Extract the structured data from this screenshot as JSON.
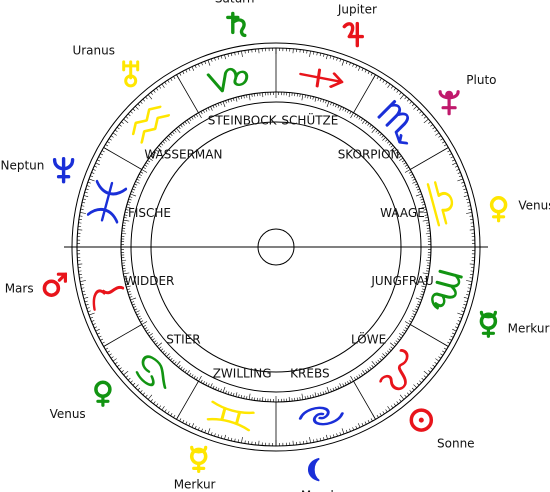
{
  "zodiac": [
    {
      "label": "WIDDER",
      "color": "#e8141b",
      "glyph": "aries"
    },
    {
      "label": "STIER",
      "color": "#129412",
      "glyph": "taurus"
    },
    {
      "label": "ZWILLING",
      "color": "#ffe600",
      "glyph": "gemini"
    },
    {
      "label": "KREBS",
      "color": "#1a2fd8",
      "glyph": "cancer"
    },
    {
      "label": "LÖWE",
      "color": "#e8141b",
      "glyph": "leo"
    },
    {
      "label": "JUNGFRAU",
      "color": "#129412",
      "glyph": "virgo"
    },
    {
      "label": "WAAGE",
      "color": "#ffe600",
      "glyph": "libra"
    },
    {
      "label": "SKORPION",
      "color": "#1a2fd8",
      "glyph": "scorpio"
    },
    {
      "label": "SCHÜTZE",
      "color": "#e8141b",
      "glyph": "sagittarius"
    },
    {
      "label": "STEINBOCK",
      "color": "#129412",
      "glyph": "capricorn"
    },
    {
      "label": "WASSERMAN",
      "color": "#ffe600",
      "glyph": "aquarius"
    },
    {
      "label": "FISCHE",
      "color": "#1a2fd8",
      "glyph": "pisces"
    }
  ],
  "planets": [
    {
      "label": "Saturn",
      "icon": "saturn-icon",
      "color": "#129412"
    },
    {
      "label": "Jupiter",
      "icon": "jupiter-icon",
      "color": "#e8141b"
    },
    {
      "label": "Pluto",
      "icon": "pluto-icon",
      "color": "#c0196c"
    },
    {
      "label": "Venus",
      "icon": "venus-icon",
      "color": "#ffe600"
    },
    {
      "label": "Merkur",
      "icon": "mercury-icon",
      "color": "#129412"
    },
    {
      "label": "Sonne",
      "icon": "sun-icon",
      "color": "#e8141b"
    },
    {
      "label": "Mond",
      "icon": "moon-icon",
      "color": "#1a2fd8"
    },
    {
      "label": "Merkur",
      "icon": "mercury-icon",
      "color": "#ffe600"
    },
    {
      "label": "Venus",
      "icon": "venus-icon",
      "color": "#129412"
    },
    {
      "label": "Mars",
      "icon": "mars-icon",
      "color": "#e8141b"
    },
    {
      "label": "Neptun",
      "icon": "neptune-icon",
      "color": "#1a2fd8"
    },
    {
      "label": "Uranus",
      "icon": "uranus-icon",
      "color": "#ffe600"
    }
  ]
}
